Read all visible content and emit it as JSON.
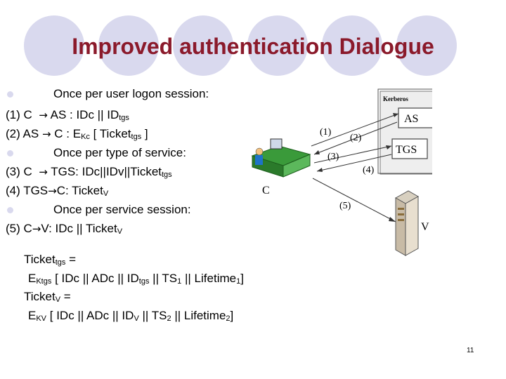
{
  "title": "Improved authentication Dialogue",
  "bullets": [
    "Once per user logon session:",
    "Once per type of service:",
    "Once per service session:"
  ],
  "steps": [
    {
      "num": "(1) C",
      "arrow": "→",
      "rest": "AS : IDc || ID",
      "sub": "tgs",
      "tail": ""
    },
    {
      "num": "(2) AS",
      "arrow": "→",
      "rest": "C  : E",
      "sub": "Kc",
      "tail": " [ Ticket",
      "sub2": "tgs",
      "tail2": " ]"
    },
    {
      "num": "(3) C",
      "arrow": "→",
      "rest": "TGS: IDc||IDv||Ticket",
      "sub": "tgs",
      "tail": ""
    },
    {
      "num": "(4) TGS",
      "arrow": "→",
      "rest": "C: Ticket",
      "sub": "V",
      "tail": ""
    },
    {
      "num": "(5) C",
      "arrow": "→",
      "rest": "V: IDc || Ticket",
      "sub": "V",
      "tail": ""
    }
  ],
  "ticket_tgs_label": "Ticket",
  "ticket_tgs_sub": "tgs",
  "ticket_tgs_eq": " =",
  "ticket_tgs_def": {
    "e": "E",
    "e_sub": "Ktgs",
    "body": " [ IDc || ADc || ID",
    "body_sub": "tgs",
    "body2": " || TS",
    "ts_sub": "1",
    "body3": " || Lifetime",
    "lt_sub": "1",
    "end": "]"
  },
  "ticket_v_label": "Ticket",
  "ticket_v_sub": "V",
  "ticket_v_eq": " =",
  "ticket_v_def": {
    "e": "E",
    "e_sub": "KV",
    "body": " [ IDc || ADc || ID",
    "body_sub": "V",
    "body2": " || TS",
    "ts_sub": "2",
    "body3": " || Lifetime",
    "lt_sub": "2",
    "end": "]"
  },
  "diagram": {
    "kerberos": "Kerberos",
    "as": "AS",
    "tgs": "TGS",
    "client": "C",
    "server": "V",
    "l1": "(1)",
    "l2": "(2)",
    "l3": "(3)",
    "l4": "(4)",
    "l5": "(5)"
  },
  "page_number": "11",
  "colors": {
    "title": "#8b1a2b",
    "bullet": "#d9d9ee",
    "circles": "#d9d9ee"
  }
}
